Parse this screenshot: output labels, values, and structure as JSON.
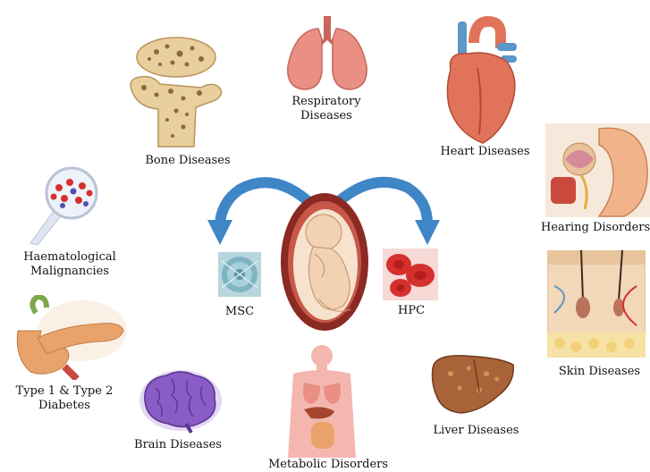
{
  "colors": {
    "bone": "#e8cf9d",
    "bone_dark": "#8a6a3a",
    "lung": "#e98f84",
    "heart": "#e2735b",
    "vessel_blue": "#5b97c8",
    "arrow_blue": "#3f86c6",
    "womb": "#8b2a22",
    "fetus": "#f3d2b3",
    "rbc": "#d6302e",
    "msc": "#7fb4c2",
    "skin": "#f2d7b8",
    "liver": "#a86438",
    "brain": "#8a5cc6",
    "body_pink": "#f4b7b0",
    "pancreas": "#e9a36a"
  },
  "icons": {
    "bone": "bone-icon",
    "lungs": "lungs-icon",
    "heart": "heart-icon",
    "ear": "ear-icon",
    "blood_smear": "blood-smear-icon",
    "pancreas": "pancreas-icon",
    "brain": "brain-icon",
    "body": "human-body-icon",
    "liver": "liver-icon",
    "skin": "skin-layers-icon",
    "fetus": "fetus-icon",
    "msc": "stem-cell-icon",
    "hpc": "red-blood-cells-icon"
  },
  "center": {
    "left_label": "MSC",
    "right_label": "HPC"
  },
  "diseases": {
    "bone": "Bone Diseases",
    "respiratory": "Respiratory Diseases",
    "heart": "Heart Diseases",
    "hearing": "Hearing Disorders",
    "haematological": "Haematological Malignancies",
    "skin": "Skin Diseases",
    "diabetes": "Type 1 & Type 2 Diabetes",
    "liver": "Liver Diseases",
    "brain": "Brain Diseases",
    "metabolic": "Metabolic Disorders"
  }
}
